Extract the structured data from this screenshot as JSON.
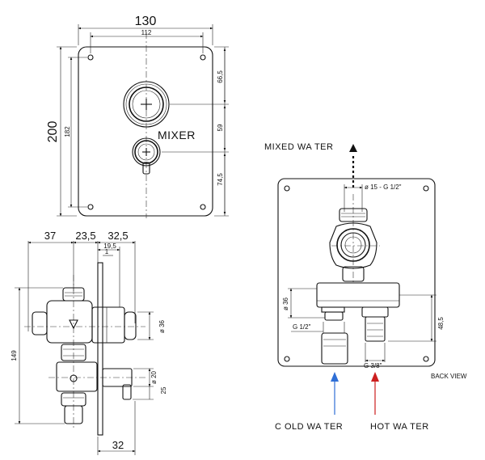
{
  "front": {
    "width_overall": "130",
    "width_holes": "112",
    "height_overall": "200",
    "height_holes": "182",
    "offset_top": "66,5",
    "offset_mid": "59",
    "offset_bottom": "74,5",
    "mixer_label": "MIXER"
  },
  "side": {
    "dim_37": "37",
    "dim_23_5": "23,5",
    "dim_32_5": "32,5",
    "dim_19_5": "19,5",
    "dim_1": "1",
    "dim_149": "149",
    "dim_d36": "ø 36",
    "dim_d20": "ø 20",
    "dim_25": "25",
    "dim_32": "32"
  },
  "back": {
    "mixed_water": "MIXED WA TER",
    "dim_d15": "ø 15 - G 1/2\"",
    "dim_d36": "ø 36",
    "dim_g12": "G 1/2\"",
    "dim_48_5": "48,5",
    "dim_g38": "G 3/8\"",
    "back_view": "BACK  VIEW",
    "cold_water": "C OLD WA TER",
    "hot_water": "HOT WA TER"
  },
  "colors": {
    "cold_arrow": "#2f6fd6",
    "hot_arrow": "#cc1f1f",
    "line": "#111111"
  }
}
